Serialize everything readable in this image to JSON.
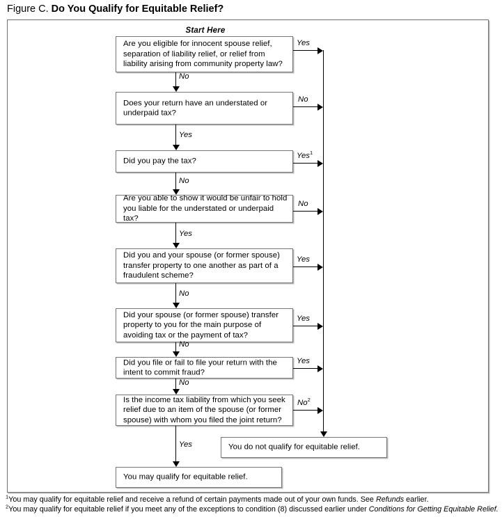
{
  "figure": {
    "label": "Figure C.",
    "title": "Do You Qualify for Equitable Relief?",
    "start_label": "Start Here"
  },
  "nodes": [
    {
      "id": "q1",
      "text": "Are you eligible for innocent spouse relief, separation of liability relief, or relief from liability arising from community property law?"
    },
    {
      "id": "q2",
      "text": "Does your return have an understated or underpaid tax?"
    },
    {
      "id": "q3",
      "text": "Did you pay the tax?"
    },
    {
      "id": "q4",
      "text": "Are you able to show it would be unfair to hold you liable for the understated or underpaid tax?"
    },
    {
      "id": "q5",
      "text": "Did you and your spouse (or former spouse) transfer property to one another as part of a fraudulent scheme?"
    },
    {
      "id": "q6",
      "text": "Did your spouse (or former spouse) transfer property to you for the main purpose of avoiding tax or the payment of tax?"
    },
    {
      "id": "q7",
      "text": "Did you file or fail to file your return with the intent to commit fraud?"
    },
    {
      "id": "q8",
      "text": "Is the income tax liability from which you seek relief due to an item of the spouse (or former spouse) with whom you filed the joint return?"
    },
    {
      "id": "outcome_no",
      "text": "You do not qualify for equitable relief."
    },
    {
      "id": "outcome_yes",
      "text": "You may qualify for equitable relief."
    }
  ],
  "edge_labels": {
    "q1_right": "Yes",
    "q1_down": "No",
    "q2_right": "No",
    "q2_down": "Yes",
    "q3_right": "Yes",
    "q3_right_note": "1",
    "q3_down": "No",
    "q4_right": "No",
    "q4_down": "Yes",
    "q5_right": "Yes",
    "q5_down": "No",
    "q6_right": "Yes",
    "q6_down": "No",
    "q7_right": "Yes",
    "q7_down": "No",
    "q8_right": "No",
    "q8_right_note": "2",
    "q8_down": "Yes"
  },
  "footnotes": [
    {
      "marker": "1",
      "part1": "You may qualify for equitable relief and receive a refund of certain payments made out of your own funds. See ",
      "italic": "Refunds",
      "part2": " earlier."
    },
    {
      "marker": "2",
      "part1": "You may qualify for equitable relief if you meet any of the exceptions to condition (8) discussed earlier under ",
      "italic": "Conditions for Getting Equitable Relief.",
      "part2": ""
    }
  ],
  "colors": {
    "line": "#000000",
    "box_border": "#757575",
    "frame_border": "#6f6f6f",
    "shadow": "#b9b9b9",
    "background": "#ffffff"
  }
}
